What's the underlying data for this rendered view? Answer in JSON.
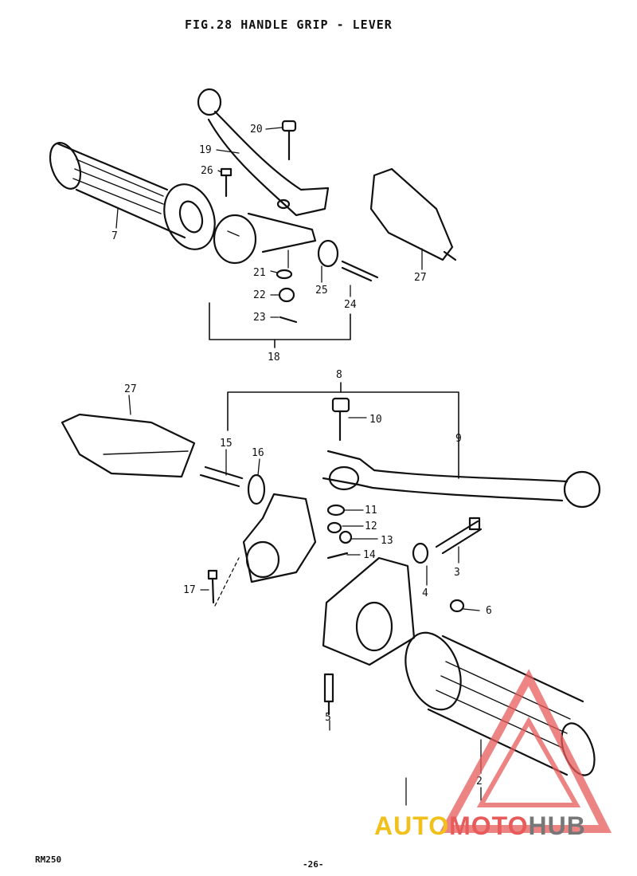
{
  "figure": {
    "title": "FIG.28  HANDLE GRIP - LEVER"
  },
  "labels": {
    "p2": "2",
    "p3": "3",
    "p4": "4",
    "p5": "5",
    "p6": "6",
    "p7": "7",
    "p8": "8",
    "p9": "9",
    "p10": "10",
    "p11": "11",
    "p12": "12",
    "p13": "13",
    "p14": "14",
    "p15": "15",
    "p16": "16",
    "p17": "17",
    "p18": "18",
    "p19": "19",
    "p20": "20",
    "p21": "21",
    "p22": "22",
    "p23": "23",
    "p24": "24",
    "p25": "25",
    "p26": "26",
    "p27a": "27",
    "p27b": "27"
  },
  "footer": {
    "model": "RM250",
    "page": "-26-"
  },
  "watermark": {
    "part1": "AUTO",
    "part2": "MOTO",
    "part3": "HUB",
    "colors": [
      "#f2c01b",
      "#e85b5b",
      "#777777"
    ]
  }
}
